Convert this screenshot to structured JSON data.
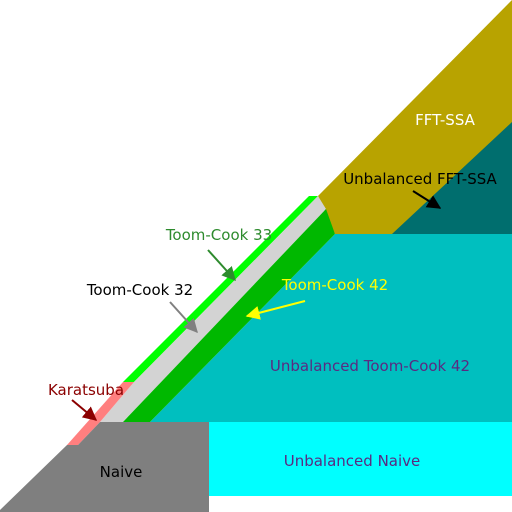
{
  "regions": [
    {
      "id": "fft-ssa",
      "label": "FFT-SSA",
      "fill": "#B8A300",
      "text_color": "#ffffff"
    },
    {
      "id": "unbalanced-fft-ssa",
      "label": "Unbalanced FFT-SSA",
      "fill": "#006E6E",
      "text_color": "#000000"
    },
    {
      "id": "toom-cook-33",
      "label": "Toom-Cook 33",
      "fill": "#00FF00",
      "text_color": "#2E8B2E"
    },
    {
      "id": "toom-cook-32",
      "label": "Toom-Cook 32",
      "fill": "#D3D3D3",
      "text_color": "#000000"
    },
    {
      "id": "toom-cook-42",
      "label": "Toom-Cook 42",
      "fill": "#00B800",
      "text_color": "#FFFF00"
    },
    {
      "id": "unbalanced-toom-cook-42",
      "label": "Unbalanced Toom-Cook 42",
      "fill": "#00BFBF",
      "text_color": "#5A2A82"
    },
    {
      "id": "karatsuba",
      "label": "Karatsuba",
      "fill": "#FF7F7F",
      "text_color": "#8B0000"
    },
    {
      "id": "naive",
      "label": "Naive",
      "fill": "#7F7F7F",
      "text_color": "#000000"
    },
    {
      "id": "unbalanced-naive",
      "label": "Unbalanced Naive",
      "fill": "#00FFFF",
      "text_color": "#5A2A82"
    }
  ],
  "arrow_colors": {
    "unbalanced-fft-ssa": "#000000",
    "toom-cook-33": "#2E8B2E",
    "toom-cook-32": "#808080",
    "toom-cook-42": "#FFFF00",
    "karatsuba": "#8B0000"
  }
}
